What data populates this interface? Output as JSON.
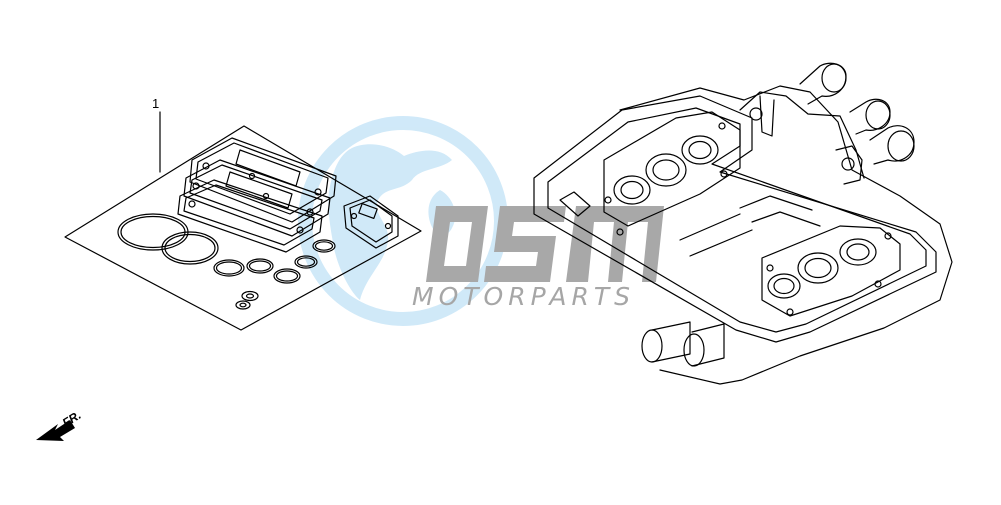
{
  "diagram": {
    "callout_number": "1",
    "front_indicator": "FR.",
    "watermark": {
      "logo_text": "OSM",
      "subtitle": "MOTORPARTS",
      "globe_color": "#c9e6f7",
      "logo_color": "#a8a8a8"
    },
    "colors": {
      "line": "#000000",
      "background": "#ffffff"
    }
  }
}
